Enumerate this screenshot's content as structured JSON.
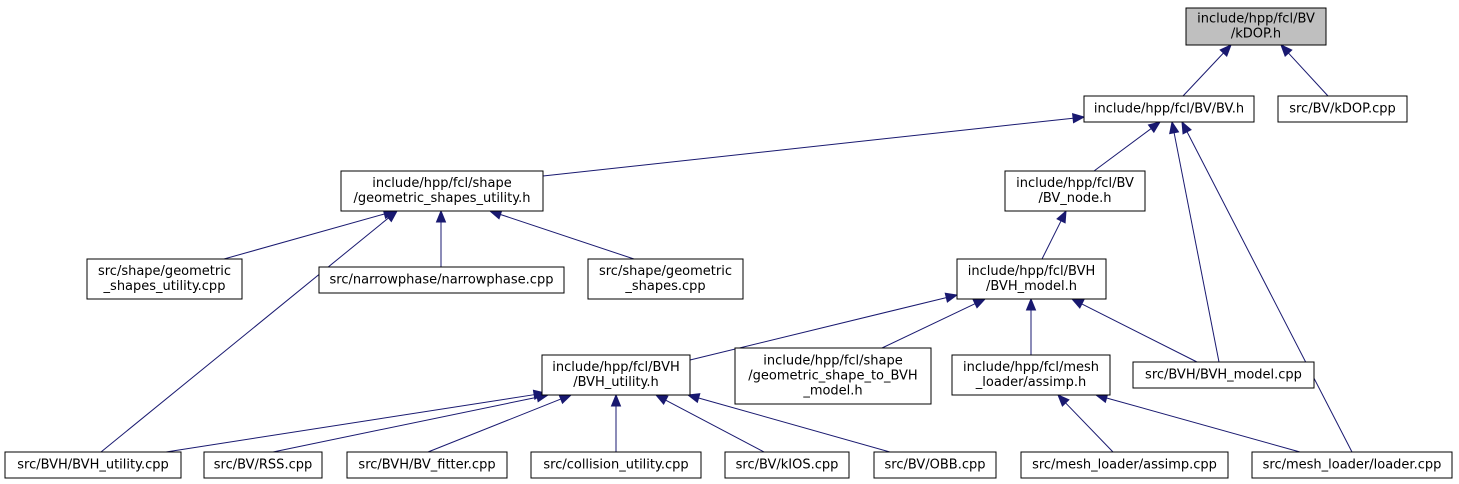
{
  "colors": {
    "edge": "#191970",
    "root_fill": "#bfbfbf",
    "node_fill": "#ffffff",
    "border": "#000000"
  },
  "nodes": [
    {
      "id": "kdop_h",
      "label": "include/hpp/fcl/BV/kDOP.h",
      "lines": [
        "include/hpp/fcl/BV",
        "/kDOP.h"
      ]
    },
    {
      "id": "bv_h",
      "label": "include/hpp/fcl/BV/BV.h",
      "lines": [
        "include/hpp/fcl/BV/BV.h"
      ]
    },
    {
      "id": "kdop_cpp",
      "label": "src/BV/kDOP.cpp",
      "lines": [
        "src/BV/kDOP.cpp"
      ]
    },
    {
      "id": "geom_util_h",
      "label": "include/hpp/fcl/shape/geometric_shapes_utility.h",
      "lines": [
        "include/hpp/fcl/shape",
        "/geometric_shapes_utility.h"
      ]
    },
    {
      "id": "bv_node_h",
      "label": "include/hpp/fcl/BV/BV_node.h",
      "lines": [
        "include/hpp/fcl/BV",
        "/BV_node.h"
      ]
    },
    {
      "id": "geom_util_cpp",
      "label": "src/shape/geometric_shapes_utility.cpp",
      "lines": [
        "src/shape/geometric",
        "_shapes_utility.cpp"
      ]
    },
    {
      "id": "narrowphase_cpp",
      "label": "src/narrowphase/narrowphase.cpp",
      "lines": [
        "src/narrowphase/narrowphase.cpp"
      ]
    },
    {
      "id": "geom_shapes_cpp",
      "label": "src/shape/geometric_shapes.cpp",
      "lines": [
        "src/shape/geometric",
        "_shapes.cpp"
      ]
    },
    {
      "id": "bvh_model_h",
      "label": "include/hpp/fcl/BVH/BVH_model.h",
      "lines": [
        "include/hpp/fcl/BVH",
        "/BVH_model.h"
      ]
    },
    {
      "id": "bvh_utility_h",
      "label": "include/hpp/fcl/BVH/BVH_utility.h",
      "lines": [
        "include/hpp/fcl/BVH",
        "/BVH_utility.h"
      ]
    },
    {
      "id": "geom_to_bvh_h",
      "label": "include/hpp/fcl/shape/geometric_shape_to_BVH_model.h",
      "lines": [
        "include/hpp/fcl/shape",
        "/geometric_shape_to_BVH",
        "_model.h"
      ]
    },
    {
      "id": "assimp_h",
      "label": "include/hpp/fcl/mesh_loader/assimp.h",
      "lines": [
        "include/hpp/fcl/mesh",
        "_loader/assimp.h"
      ]
    },
    {
      "id": "bvh_model_cpp",
      "label": "src/BVH/BVH_model.cpp",
      "lines": [
        "src/BVH/BVH_model.cpp"
      ]
    },
    {
      "id": "bvh_utility_cpp",
      "label": "src/BVH/BVH_utility.cpp",
      "lines": [
        "src/BVH/BVH_utility.cpp"
      ]
    },
    {
      "id": "rss_cpp",
      "label": "src/BV/RSS.cpp",
      "lines": [
        "src/BV/RSS.cpp"
      ]
    },
    {
      "id": "bv_fitter_cpp",
      "label": "src/BVH/BV_fitter.cpp",
      "lines": [
        "src/BVH/BV_fitter.cpp"
      ]
    },
    {
      "id": "collision_utility_cpp",
      "label": "src/collision_utility.cpp",
      "lines": [
        "src/collision_utility.cpp"
      ]
    },
    {
      "id": "kios_cpp",
      "label": "src/BV/kIOS.cpp",
      "lines": [
        "src/BV/kIOS.cpp"
      ]
    },
    {
      "id": "obb_cpp",
      "label": "src/BV/OBB.cpp",
      "lines": [
        "src/BV/OBB.cpp"
      ]
    },
    {
      "id": "assimp_cpp",
      "label": "src/mesh_loader/assimp.cpp",
      "lines": [
        "src/mesh_loader/assimp.cpp"
      ]
    },
    {
      "id": "loader_cpp",
      "label": "src/mesh_loader/loader.cpp",
      "lines": [
        "src/mesh_loader/loader.cpp"
      ]
    }
  ],
  "edges": [
    {
      "from": "bv_h",
      "to": "kdop_h"
    },
    {
      "from": "kdop_cpp",
      "to": "kdop_h"
    },
    {
      "from": "geom_util_h",
      "to": "bv_h"
    },
    {
      "from": "bv_node_h",
      "to": "bv_h"
    },
    {
      "from": "bvh_model_cpp",
      "to": "bv_h"
    },
    {
      "from": "loader_cpp",
      "to": "bv_h"
    },
    {
      "from": "geom_util_cpp",
      "to": "geom_util_h"
    },
    {
      "from": "narrowphase_cpp",
      "to": "geom_util_h"
    },
    {
      "from": "geom_shapes_cpp",
      "to": "geom_util_h"
    },
    {
      "from": "bvh_utility_cpp",
      "to": "geom_util_h"
    },
    {
      "from": "bvh_model_h",
      "to": "bv_node_h"
    },
    {
      "from": "bvh_utility_h",
      "to": "bvh_model_h"
    },
    {
      "from": "geom_to_bvh_h",
      "to": "bvh_model_h"
    },
    {
      "from": "assimp_h",
      "to": "bvh_model_h"
    },
    {
      "from": "bvh_model_cpp",
      "to": "bvh_model_h"
    },
    {
      "from": "bvh_utility_cpp",
      "to": "bvh_utility_h"
    },
    {
      "from": "rss_cpp",
      "to": "bvh_utility_h"
    },
    {
      "from": "bv_fitter_cpp",
      "to": "bvh_utility_h"
    },
    {
      "from": "collision_utility_cpp",
      "to": "bvh_utility_h"
    },
    {
      "from": "kios_cpp",
      "to": "bvh_utility_h"
    },
    {
      "from": "obb_cpp",
      "to": "bvh_utility_h"
    },
    {
      "from": "assimp_cpp",
      "to": "assimp_h"
    },
    {
      "from": "loader_cpp",
      "to": "assimp_h"
    }
  ]
}
